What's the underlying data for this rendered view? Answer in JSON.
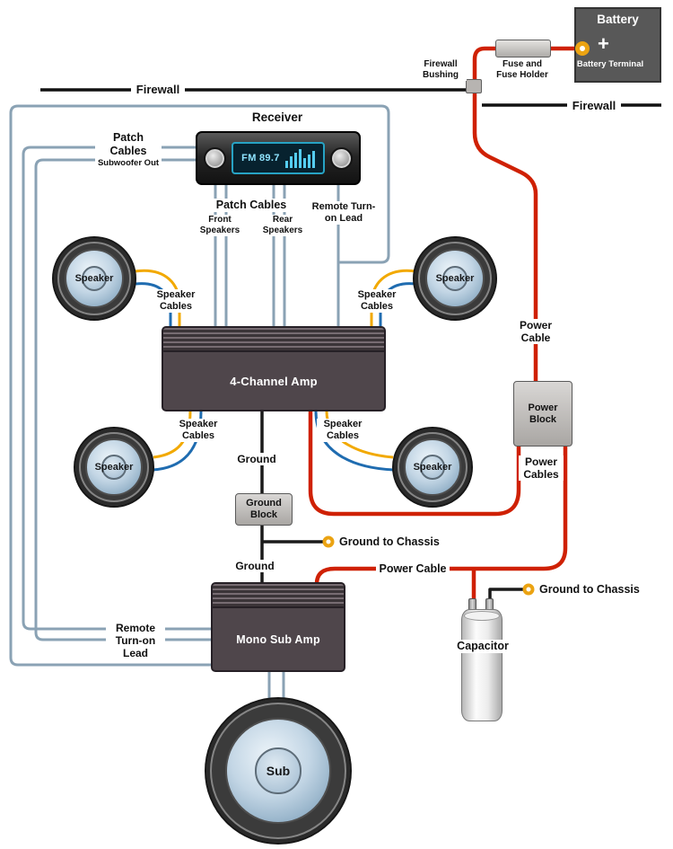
{
  "diagram": {
    "battery": {
      "label": "Battery",
      "plus": "+",
      "terminal": "Battery Terminal"
    },
    "fuse": {
      "label": "Fuse and Fuse Holder"
    },
    "firewall": {
      "label": "Firewall",
      "bushing": "Firewall Bushing"
    },
    "receiver": {
      "title": "Receiver",
      "display": "FM 89.7"
    },
    "patch": {
      "cables": "Patch Cables",
      "subwoofer_out": "Subwoofer Out",
      "front": "Front Speakers",
      "rear": "Rear Speakers"
    },
    "remote": {
      "label": "Remote Turn-on Lead"
    },
    "speaker": {
      "label": "Speaker",
      "cables": "Speaker Cables"
    },
    "amp4": {
      "label": "4-Channel Amp"
    },
    "mono_amp": {
      "label": "Mono Sub Amp"
    },
    "ground": {
      "label": "Ground",
      "block": "Ground Block",
      "to_chassis": "Ground to Chassis"
    },
    "power": {
      "cable": "Power Cable",
      "cables": "Power Cables",
      "block": "Power Block"
    },
    "capacitor": {
      "label": "Capacitor"
    },
    "sub": {
      "label": "Sub"
    }
  },
  "colors": {
    "power": "#cf2104",
    "ground_wire": "#1a1a1a",
    "speaker_pos": "#f2a900",
    "speaker_neg": "#1f6cb0",
    "patch": "#8aa2b4",
    "terminal": "#eba312",
    "firewall": "#111111"
  }
}
